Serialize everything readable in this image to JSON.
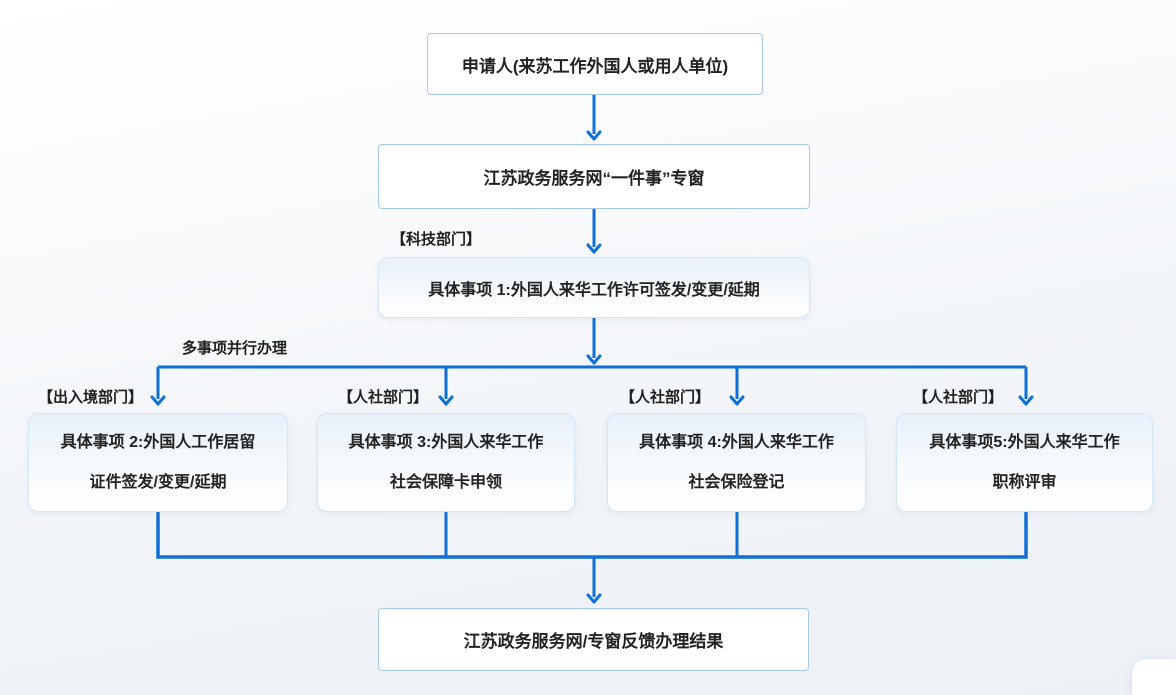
{
  "flowchart": {
    "nodes": {
      "applicant": {
        "label": "申请人(来苏工作外国人或用人单位)"
      },
      "portal": {
        "label": "江苏政务服务网“一件事”专窗"
      },
      "item1": {
        "dept": "【科技部门】",
        "label": "具体事项 1:外国人来华工作许可签发/变更/延期"
      },
      "result": {
        "label": "江苏政务服务网/专窗反馈办理结果"
      }
    },
    "parallel_label": "多事项并行办理",
    "branches": [
      {
        "dept": "【出入境部门】",
        "line1": "具体事项 2:外国人工作居留",
        "line2": "证件签发/变更/延期"
      },
      {
        "dept": "【人社部门】",
        "line1": "具体事项 3:外国人来华工作",
        "line2": "社会保障卡申领"
      },
      {
        "dept": "【人社部门】",
        "line1": "具体事项 4:外国人来华工作",
        "line2": "社会保险登记"
      },
      {
        "dept": "【人社部门】",
        "line1": "具体事项5:外国人来华工作",
        "line2": "职称评审"
      }
    ],
    "colors": {
      "connector": "#0f6fd6",
      "plain_box_border": "#a6c9ea",
      "gradient_box_border": "#d4e5f4",
      "gradient_box_top": "#e7f0fa",
      "text": "#222222"
    }
  }
}
